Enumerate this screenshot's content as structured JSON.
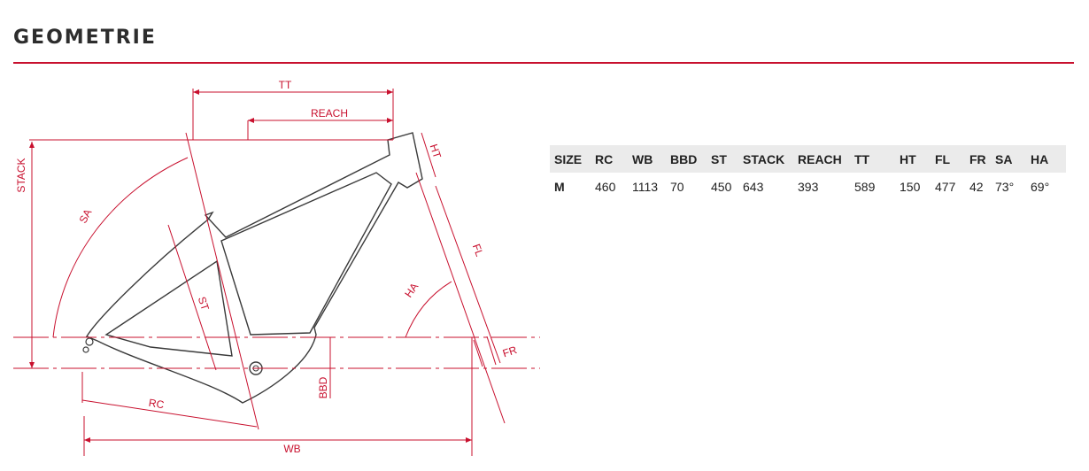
{
  "page": {
    "title": "GEOMETRIE"
  },
  "diagram": {
    "labels": {
      "tt": "TT",
      "reach": "REACH",
      "stack": "STACK",
      "sa": "SA",
      "ht": "HT",
      "fl": "FL",
      "ha": "HA",
      "st": "ST",
      "fr": "FR",
      "bbd": "BBD",
      "rc": "RC",
      "wb": "WB"
    }
  },
  "table": {
    "headers": [
      "SIZE",
      "RC",
      "WB",
      "BBD",
      "ST",
      "STACK",
      "REACH",
      "TT",
      "HT",
      "FL",
      "FR",
      "SA",
      "HA"
    ],
    "rows": [
      [
        "M",
        "460",
        "1113",
        "70",
        "450",
        "643",
        "393",
        "589",
        "150",
        "477",
        "42",
        "73°",
        "69°"
      ]
    ]
  },
  "colors": {
    "accent": "#c8102e",
    "frame": "#3a3a3a",
    "header_bg": "#ebebeb"
  }
}
